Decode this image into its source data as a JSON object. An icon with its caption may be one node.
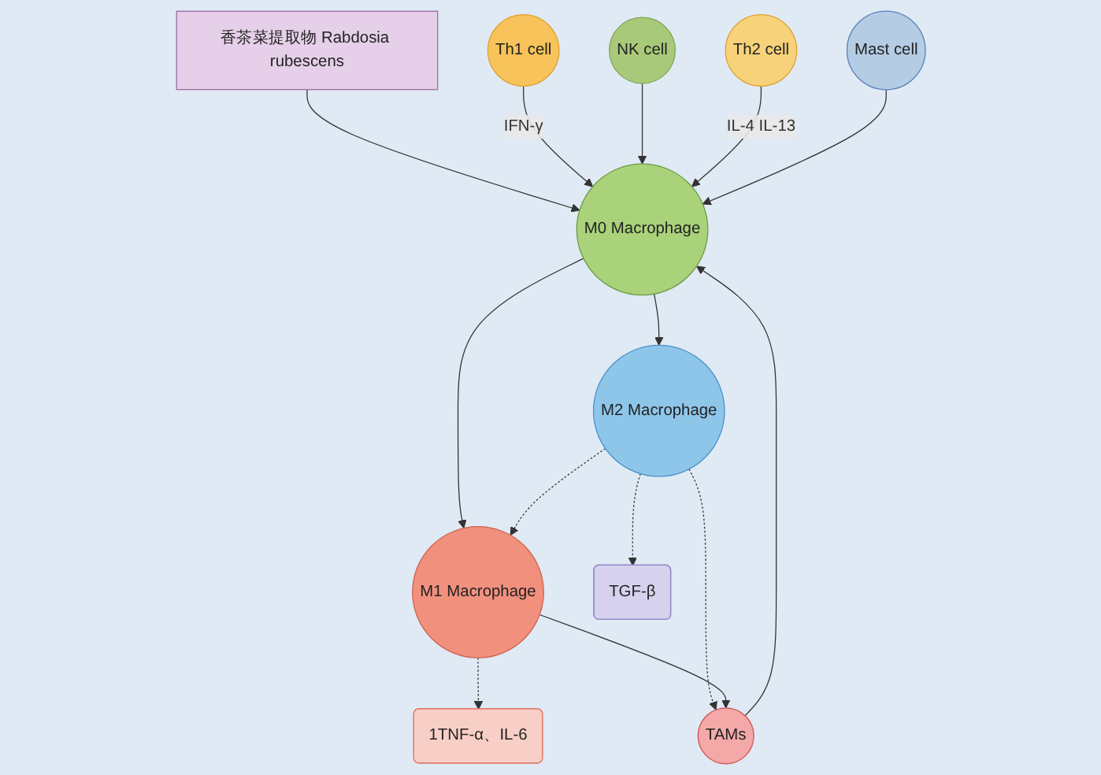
{
  "diagram": {
    "nodes": [
      {
        "text": [
          "香茶菜提取物 Rabdosia rubescens"
        ]
      },
      {
        "text": [
          "Th1 cell"
        ]
      },
      {
        "text": [
          "NK cell"
        ]
      },
      {
        "text": [
          "Th2 cell"
        ]
      },
      {
        "text": [
          "Mast cell"
        ]
      },
      {
        "text": [
          "M0 Macrophage"
        ]
      },
      {
        "text": [
          "M2 Macrophage"
        ]
      },
      {
        "text": [
          "M1 Macrophage"
        ]
      },
      {
        "text": [
          "TAMs"
        ]
      },
      {
        "text": [
          "TGF-β"
        ]
      },
      {
        "text": [
          "1TNF-α、IL-6"
        ]
      }
    ],
    "edges": [
      {
        "from": 0,
        "to": 5,
        "arrow": "to"
      },
      {
        "from": 1,
        "to": 5,
        "arrow": "to",
        "label": "IFN-γ"
      },
      {
        "from": 2,
        "to": 5,
        "arrow": "to"
      },
      {
        "from": 3,
        "to": 5,
        "arrow": "to",
        "label": "IL-4 IL-13"
      },
      {
        "from": 4,
        "to": 5,
        "arrow": "to"
      },
      {
        "from": 5,
        "to": 6,
        "arrow": "to"
      },
      {
        "from": 5,
        "to": 7,
        "arrow": "to"
      },
      {
        "from": 8,
        "to": 5,
        "arrow": "to"
      },
      {
        "from": 6,
        "to": 7,
        "arrow": "to",
        "style": "dashed"
      },
      {
        "from": 6,
        "to": 9,
        "arrow": "to",
        "style": "dashed"
      },
      {
        "from": 7,
        "to": 10,
        "arrow": "to",
        "style": "dashed"
      },
      {
        "from": 6,
        "to": 8,
        "arrow": "to",
        "style": "dashed"
      },
      {
        "from": 7,
        "to": 8,
        "arrow": "to"
      }
    ]
  }
}
